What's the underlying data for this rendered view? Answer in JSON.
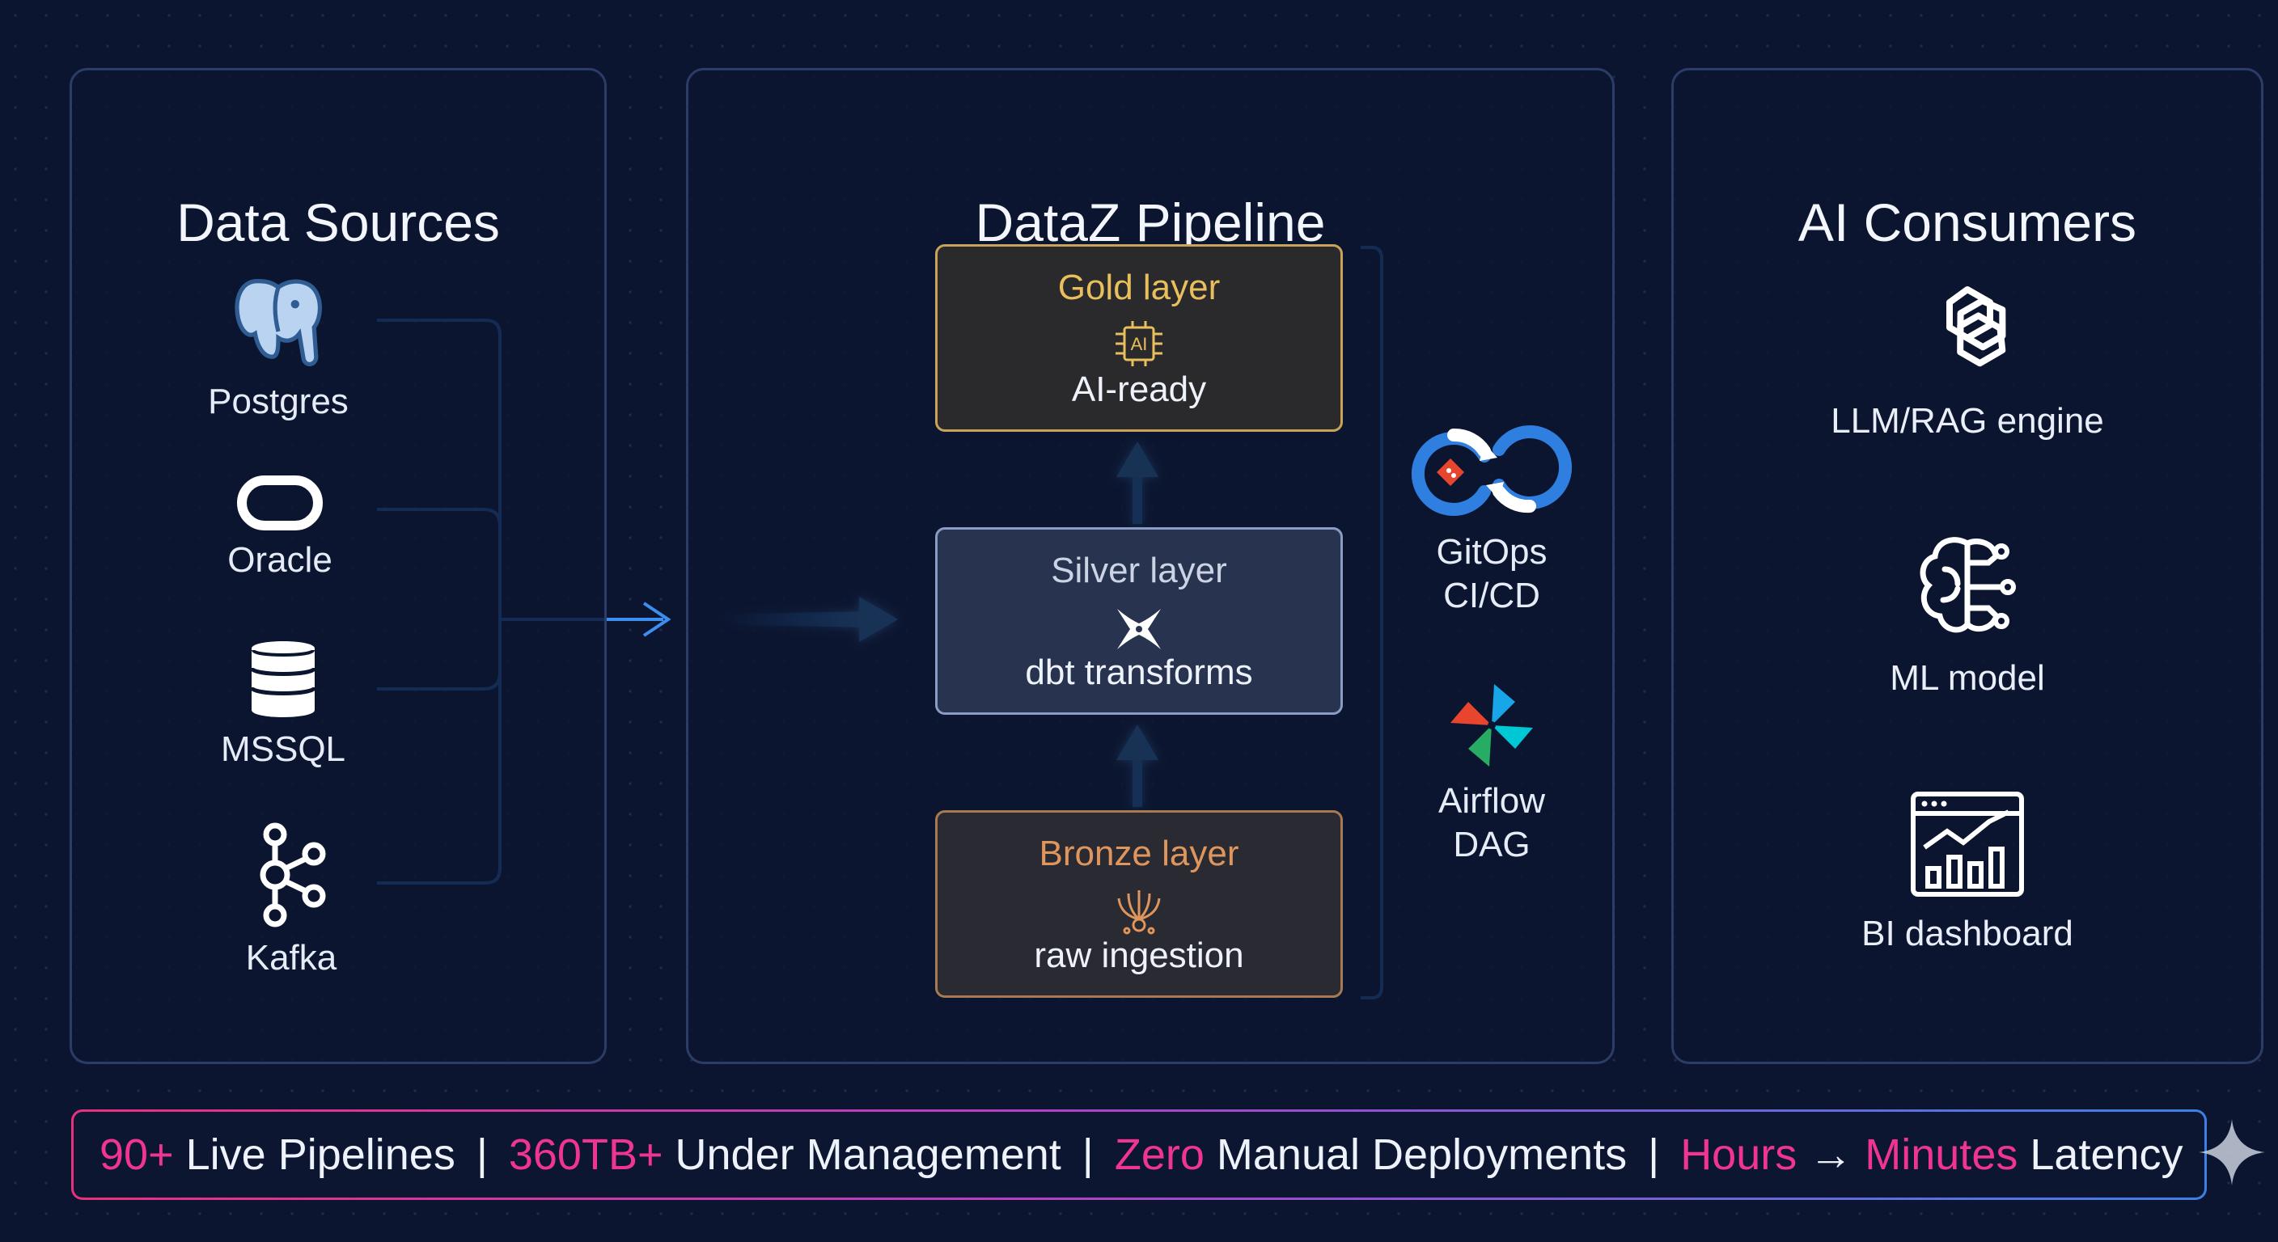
{
  "sources": {
    "title": "Data Sources",
    "items": [
      {
        "label": "Postgres",
        "icon": "postgres-elephant-icon"
      },
      {
        "label": "Oracle",
        "icon": "oracle-ring-icon"
      },
      {
        "label": "MSSQL",
        "icon": "database-stack-icon"
      },
      {
        "label": "Kafka",
        "icon": "kafka-nodes-icon"
      }
    ]
  },
  "pipeline": {
    "title": "DataZ Pipeline",
    "layers": {
      "gold": {
        "title": "Gold layer",
        "subtitle": "AI-ready",
        "icon": "ai-chip-icon",
        "chip_text": "AI"
      },
      "silver": {
        "title": "Silver layer",
        "subtitle": "dbt transforms",
        "icon": "dbt-logo-icon"
      },
      "bronze": {
        "title": "Bronze layer",
        "subtitle": "raw ingestion",
        "icon": "ingestion-funnel-icon"
      }
    },
    "tools": [
      {
        "label_line1": "GitOps",
        "label_line2": "CI/CD",
        "icon": "gitops-cycle-icon"
      },
      {
        "label_line1": "Airflow",
        "label_line2": "DAG",
        "icon": "airflow-pinwheel-icon"
      }
    ]
  },
  "consumers": {
    "title": "AI Consumers",
    "items": [
      {
        "label": "LLM/RAG engine",
        "icon": "openai-knot-icon"
      },
      {
        "label": "ML model",
        "icon": "brain-circuit-icon"
      },
      {
        "label": "BI dashboard",
        "icon": "bar-chart-window-icon"
      }
    ]
  },
  "stats": {
    "s1_highlight": "90+",
    "s1_text": "Live Pipelines",
    "s2_highlight": "360TB+",
    "s2_text": "Under Management",
    "s3_highlight": "Zero",
    "s3_text": "Manual Deployments",
    "s4_highlight_a": "Hours",
    "s4_arrow": "→",
    "s4_highlight_b": "Minutes",
    "s4_text": "Latency",
    "separator": "|"
  },
  "colors": {
    "background": "#0c1530",
    "panel_border": "#2b3d66",
    "connector_blue": "#3b8ff0",
    "gold": "#e8bf5c",
    "silver": "#cbd3e4",
    "bronze": "#e0955c",
    "stat_highlight": "#f03590"
  }
}
